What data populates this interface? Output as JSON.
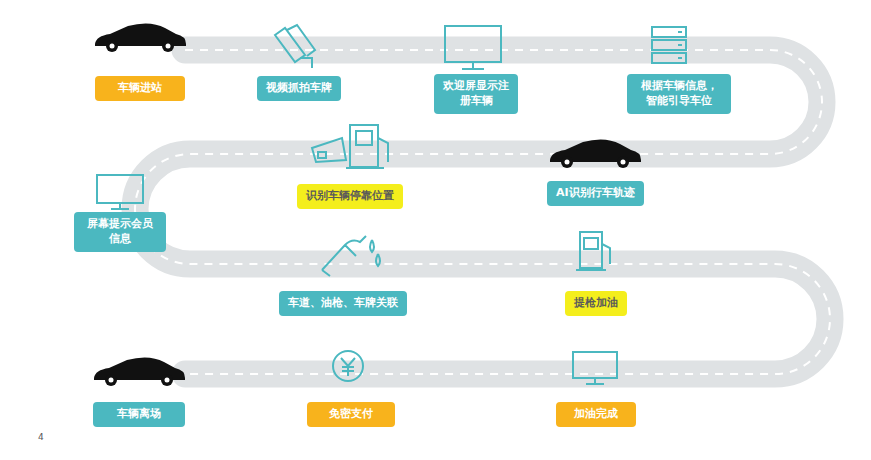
{
  "diagram": {
    "nodes": [
      {
        "text": [
          "车辆进站"
        ]
      },
      {
        "text": [
          "视频抓拍车牌"
        ]
      },
      {
        "text": [
          "欢迎屏显示注册车辆"
        ]
      },
      {
        "text": [
          "根据车辆信息，智能引导车位"
        ]
      },
      {
        "text": [
          "识别车辆停靠位置"
        ]
      },
      {
        "text": [
          "AI识别行车轨迹"
        ]
      },
      {
        "text": [
          "屏幕提示会员信息"
        ]
      },
      {
        "text": [
          "车道、油枪、车牌关联"
        ]
      },
      {
        "text": [
          "提枪加油"
        ]
      },
      {
        "text": [
          "车辆离场"
        ]
      },
      {
        "text": [
          "免密支付"
        ]
      },
      {
        "text": [
          "加油完成"
        ]
      }
    ],
    "labels": [
      "4"
    ]
  }
}
